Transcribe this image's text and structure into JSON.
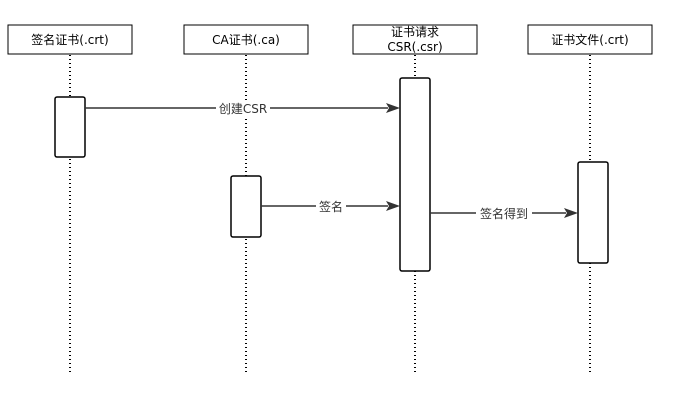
{
  "participants": [
    {
      "id": "signing-cert",
      "lines": [
        "签名证书(.crt)"
      ]
    },
    {
      "id": "ca-cert",
      "lines": [
        "CA证书(.ca)"
      ]
    },
    {
      "id": "csr",
      "lines": [
        "证书请求",
        "CSR(.csr)"
      ]
    },
    {
      "id": "cert-file",
      "lines": [
        "证书文件(.crt)"
      ]
    }
  ],
  "messages": [
    {
      "from": "signing-cert",
      "to": "csr",
      "label": "创建CSR"
    },
    {
      "from": "ca-cert",
      "to": "csr",
      "label": "签名"
    },
    {
      "from": "csr",
      "to": "cert-file",
      "label": "签名得到"
    }
  ]
}
